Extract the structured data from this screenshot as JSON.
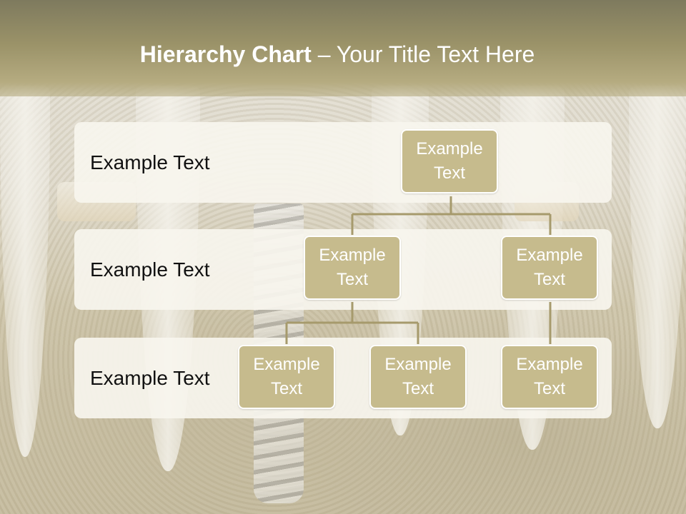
{
  "slide": {
    "title_bold": "Hierarchy Chart",
    "title_rest": " – Your Title Text Here"
  },
  "levels": [
    {
      "label": "Example Text"
    },
    {
      "label": "Example Text"
    },
    {
      "label": "Example Text"
    }
  ],
  "nodes": {
    "root": {
      "text": "Example Text"
    },
    "l2_left": {
      "text": "Example Text"
    },
    "l2_right": {
      "text": "Example Text"
    },
    "l3_a": {
      "text": "Example Text"
    },
    "l3_b": {
      "text": "Example Text"
    },
    "l3_c": {
      "text": "Example Text"
    }
  },
  "colors": {
    "node_fill": "#c6bb8d",
    "node_border": "#ffffff",
    "connector": "#a69a6c",
    "title_band": "#9a9268"
  }
}
